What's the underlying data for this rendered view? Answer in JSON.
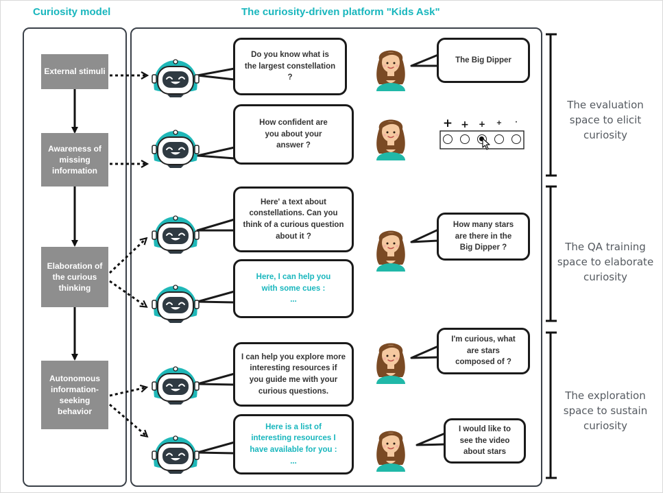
{
  "headings": {
    "left": "Curiosity model",
    "right": "The curiosity-driven platform \"Kids Ask\""
  },
  "stages": [
    "External\nstimuli",
    "Awareness of\nmissing\ninformation",
    "Elaboration of\nthe curious\nthinking",
    "Autonomous\ninformation-\nseeking\nbehavior"
  ],
  "robot_bubbles": [
    "Do you know what is\nthe largest constellation\n?",
    "How confident are\nyou about your\nanswer ?",
    "Here' a text about\nconstellations. Can you\nthink of a curious question\nabout it ?",
    "Here, I can help you\nwith some cues :\n...",
    "I can help you explore more\ninteresting resources if\nyou guide me with your\ncurious questions.",
    "Here is a list of\ninteresting resources I\nhave available for you :\n..."
  ],
  "child_bubbles": [
    "The Big Dipper",
    "How many stars\nare there in the\nBig Dipper ?",
    "I'm curious, what\nare stars\ncomposed of ?",
    "I would like to\nsee the video\nabout stars"
  ],
  "confidence_scale": {
    "labels": [
      "+",
      "+",
      "+",
      "+",
      "·"
    ],
    "options": 5,
    "selected_index": 2
  },
  "spaces": [
    "The evaluation\nspace to elicit\ncuriosity",
    "The QA training\nspace to elaborate\ncuriosity",
    "The exploration\nspace to sustain\ncuriosity"
  ],
  "icons": {
    "robot": "robot-icon",
    "child": "girl-avatar-icon",
    "cursor": "mouse-pointer-icon"
  },
  "colors": {
    "accent": "#18b6bd",
    "stage_box": "#8e8e8e",
    "panel_border": "#3a4048",
    "text": "#333333"
  }
}
